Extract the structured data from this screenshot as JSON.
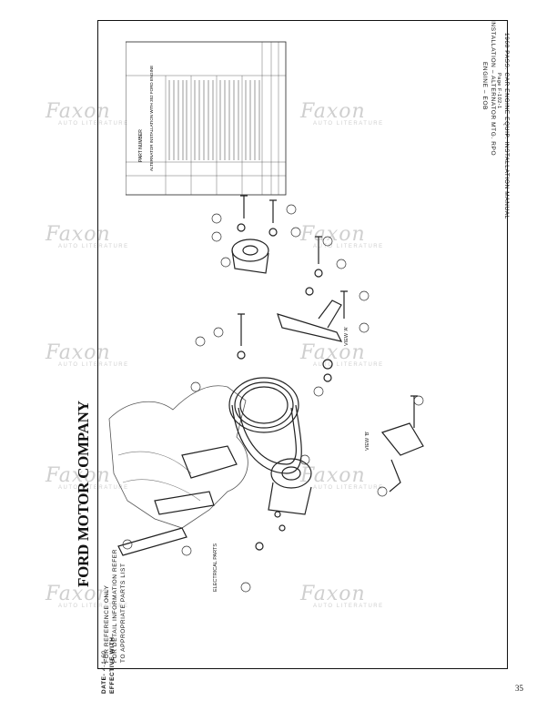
{
  "document": {
    "company": "FORD MOTOR COMPANY",
    "title_line": "INSTALLATION – ALTERNATOR MTG. RPO",
    "engine_line": "ENGINE – EOB",
    "manual_line": "1960 PASS. CAR ENGINE EQUIP. INSTALLATION MANUAL",
    "page_ref": "Page F-102-1",
    "reference_note": [
      "FOR REFERENCE ONLY",
      "FOR DETAIL INFORMATION REFER",
      "TO APPROPRIATE PARTS LIST"
    ],
    "date_label": "DATE-",
    "date_value": "4-1-60",
    "effective_label": "EFFECTIVE WITH",
    "electrical_parts_label": "ELECTRICAL PARTS",
    "view_b_label": "VIEW 'B'",
    "view_a_label": "VIEW 'A'",
    "page_number": "35"
  },
  "parts_table": {
    "col_part": "PART NUMBER",
    "col_desc": "ALTERNATOR INSTALLATION WITH 352 FORD ENGINE"
  },
  "watermark": {
    "brand": "Faxon",
    "sub": "AUTO LITERATURE"
  }
}
